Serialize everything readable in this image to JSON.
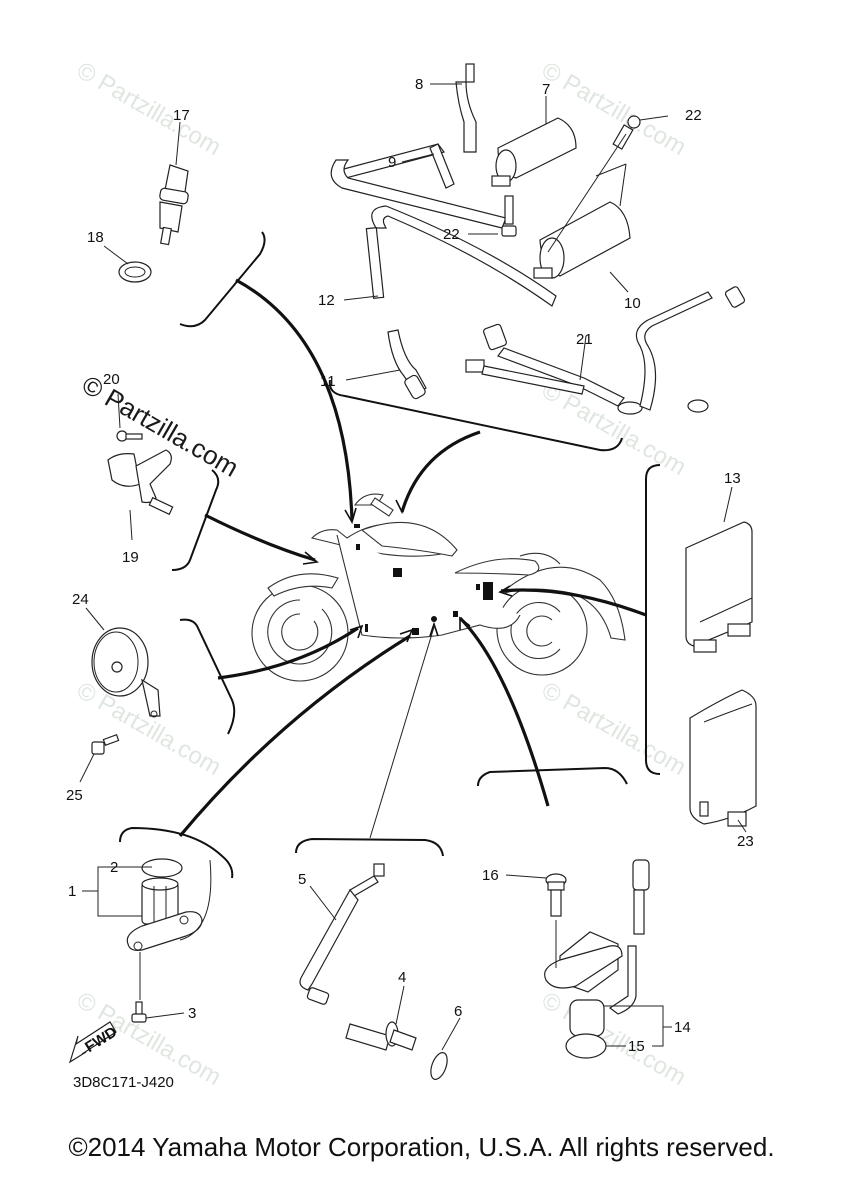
{
  "diagram": {
    "title": "Electrical parts exploded view",
    "drawing_code": "3D8C171-J420",
    "fwd_label": "FWD",
    "copyright": "©2014 Yamaha Motor Corporation, U.S.A. All rights reserved.",
    "watermark": "© Partzilla.com",
    "parts": [
      {
        "ref": "1"
      },
      {
        "ref": "2"
      },
      {
        "ref": "3"
      },
      {
        "ref": "4"
      },
      {
        "ref": "5"
      },
      {
        "ref": "6"
      },
      {
        "ref": "7"
      },
      {
        "ref": "8"
      },
      {
        "ref": "9"
      },
      {
        "ref": "10"
      },
      {
        "ref": "11"
      },
      {
        "ref": "12"
      },
      {
        "ref": "13"
      },
      {
        "ref": "14"
      },
      {
        "ref": "15"
      },
      {
        "ref": "16"
      },
      {
        "ref": "17"
      },
      {
        "ref": "18"
      },
      {
        "ref": "19"
      },
      {
        "ref": "20"
      },
      {
        "ref": "21"
      },
      {
        "ref": "22"
      },
      {
        "ref": "22"
      },
      {
        "ref": "23"
      },
      {
        "ref": "24"
      },
      {
        "ref": "25"
      }
    ]
  }
}
